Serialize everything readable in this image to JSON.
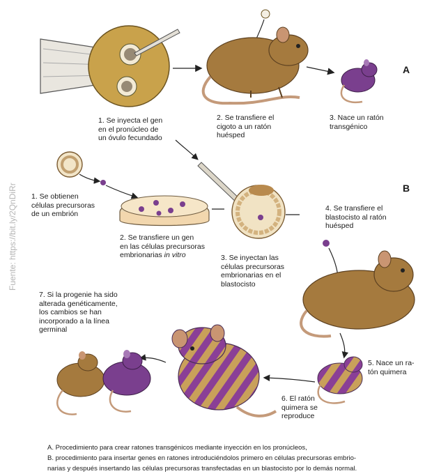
{
  "source": "Fuente: https://bit.ly/2QnDiRr",
  "section_a": "A",
  "section_b": "B",
  "steps": {
    "a1": "1. Se inyecta el gen\nen el pronúcleo de\nun óvulo fecundado",
    "a2": "2. Se transfiere el\ncigoto a un ratón\nhuésped",
    "a3": "3. Nace un ratón\ntransgénico",
    "b1": "1. Se obtienen\ncélulas precursoras\nde un embrión",
    "b2_text": "2. Se transfiere un gen\nen las células precursoras\nembrionarias",
    "b2_italic": "in vitro",
    "b3": "3. Se inyectan las\ncélulas precursoras\nembrionarias en el\nblastocisto",
    "b4": "4. Se transfiere el\nblastocisto al ratón\nhuésped",
    "b5": "5. Nace un ra-\ntón quimera",
    "b6": "6. El ratón\nquimera se\nreproduce",
    "b7": "7. Si la progenie ha sido\nalterada genéticamente,\nlos cambios se han\nincorporado a la línea\ngerminal"
  },
  "caption": {
    "line1": "A. Procedimiento para crear ratones transgénicos mediante inyección en los pronúcleos,",
    "line2": "B. procedimiento para insertar genes en ratones introduciéndolos primero en células precursoras embrio-",
    "line3": "narias y después insertando las células precursoras transfectadas en un blastocisto por lo demás normal."
  },
  "colors": {
    "mouse_brown": "#a57a3e",
    "mouse_purple": "#7a3f8e",
    "ovum": "#c9a24b",
    "dish": "#f2d7ae"
  }
}
